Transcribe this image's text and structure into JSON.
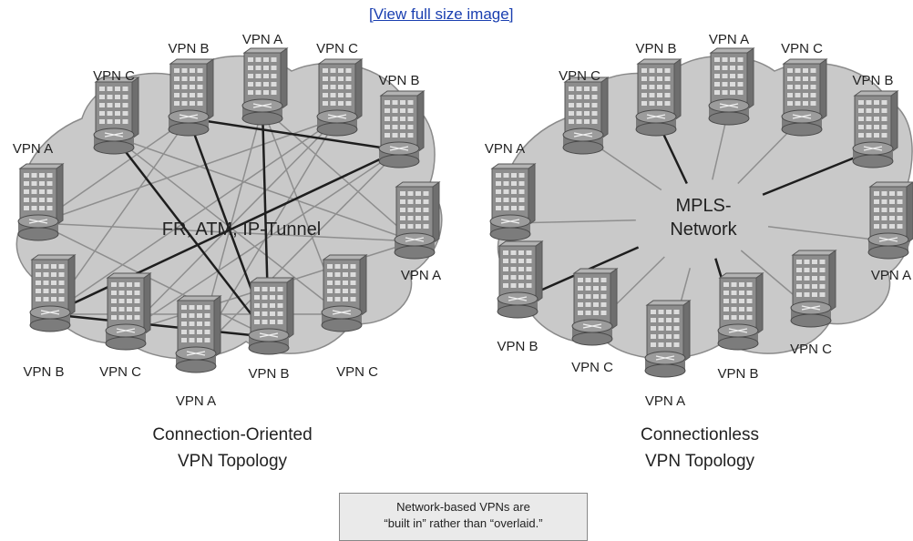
{
  "header": {
    "link_text": "[View full size image]"
  },
  "left": {
    "cloud_label": "FR, ATM, IP-Tunnel",
    "caption_line1": "Connection-Oriented",
    "caption_line2": "VPN Topology",
    "sites": [
      {
        "label": "VPN B"
      },
      {
        "label": "VPN A"
      },
      {
        "label": "VPN C"
      },
      {
        "label": "VPN B"
      },
      {
        "label": "VPN C"
      },
      {
        "label": "VPN A"
      },
      {
        "label": "VPN A"
      },
      {
        "label": "VPN B"
      },
      {
        "label": "VPN C"
      },
      {
        "label": "VPN A"
      },
      {
        "label": "VPN B"
      },
      {
        "label": "VPN C"
      }
    ]
  },
  "right": {
    "cloud_label_line1": "MPLS-",
    "cloud_label_line2": "Network",
    "caption_line1": "Connectionless",
    "caption_line2": "VPN Topology",
    "sites": [
      {
        "label": "VPN B"
      },
      {
        "label": "VPN A"
      },
      {
        "label": "VPN C"
      },
      {
        "label": "VPN B"
      },
      {
        "label": "VPN C"
      },
      {
        "label": "VPN A"
      },
      {
        "label": "VPN A"
      },
      {
        "label": "VPN B"
      },
      {
        "label": "VPN C"
      },
      {
        "label": "VPN A"
      },
      {
        "label": "VPN B"
      },
      {
        "label": "VPN C"
      }
    ]
  },
  "note": {
    "line1": "Network-based VPNs are",
    "line2": "“built in” rather than “overlaid.”"
  },
  "colors": {
    "cloud_fill": "#c9c9c9",
    "cloud_stroke": "#8a8a8a",
    "building_fill": "#8d8d8d",
    "router_fill": "#9c9c9c",
    "dark_link": "#1e1e1e",
    "light_link": "#8e8e8e"
  }
}
